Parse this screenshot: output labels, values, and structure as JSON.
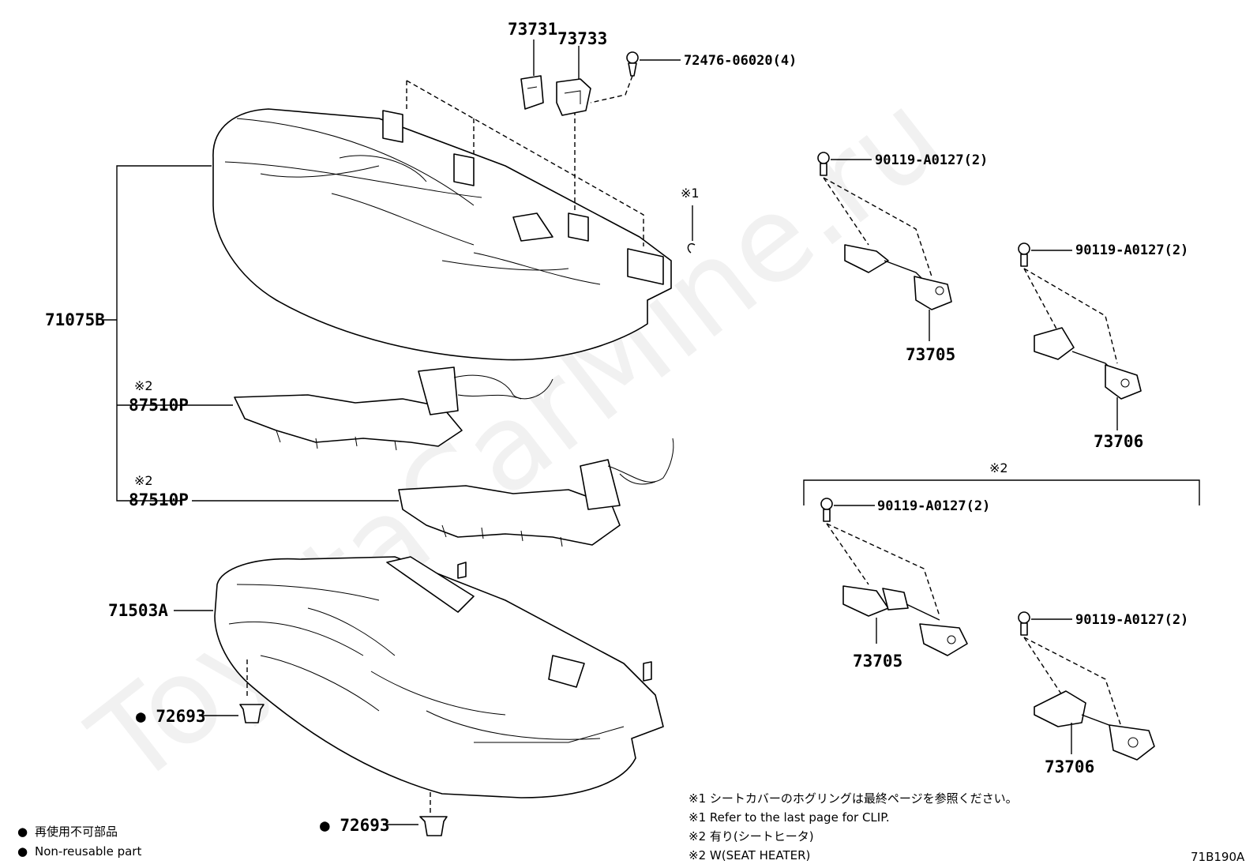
{
  "watermark": "ToyotaCarMine.ru",
  "figure_code": "71B190A",
  "parts": {
    "p73731": "73731",
    "p73733": "73733",
    "p72476": "72476-06020(4)",
    "p71075B": "71075B",
    "p87510P_a": "87510P",
    "p87510P_b": "87510P",
    "p71503A": "71503A",
    "p72693_a": "72693",
    "p72693_b": "72693",
    "p90119_a": "90119-A0127(2)",
    "p90119_b": "90119-A0127(2)",
    "p90119_c": "90119-A0127(2)",
    "p90119_d": "90119-A0127(2)",
    "p73705_a": "73705",
    "p73705_b": "73705",
    "p73706_a": "73706",
    "p73706_b": "73706"
  },
  "marks": {
    "note1": "※1",
    "note2_a": "※2",
    "note2_b": "※2",
    "note2_c": "※2",
    "bullet": "●"
  },
  "legend": {
    "jp": "再使用不可部品",
    "en": "Non-reusable part"
  },
  "notes": [
    "※1 シートカバーのホグリングは最終ページを参照ください。",
    "※1 Refer to the last page for CLIP.",
    "※2 有り(シートヒータ)",
    "※2 W(SEAT HEATER)"
  ]
}
